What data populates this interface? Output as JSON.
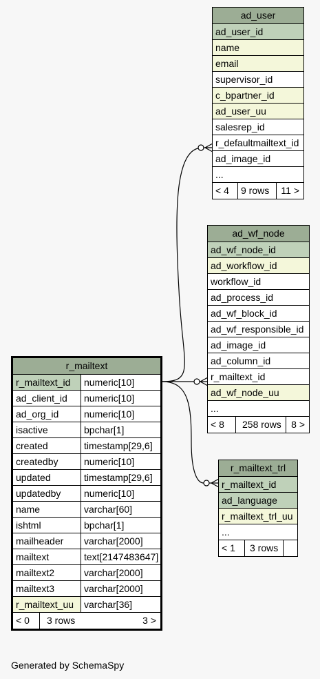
{
  "tables": {
    "ad_user": {
      "name": "ad_user",
      "columns": [
        {
          "name": "ad_user_id",
          "kind": "pk"
        },
        {
          "name": "name",
          "kind": "fk"
        },
        {
          "name": "email",
          "kind": "fk"
        },
        {
          "name": "supervisor_id",
          "kind": "plain"
        },
        {
          "name": "c_bpartner_id",
          "kind": "fk"
        },
        {
          "name": "ad_user_uu",
          "kind": "fk"
        },
        {
          "name": "salesrep_id",
          "kind": "plain"
        },
        {
          "name": "r_defaultmailtext_id",
          "kind": "plain"
        },
        {
          "name": "ad_image_id",
          "kind": "plain"
        },
        {
          "name": "...",
          "kind": "plain"
        }
      ],
      "footer": {
        "parents": "< 4",
        "rows": "9 rows",
        "children": "11 >"
      }
    },
    "ad_wf_node": {
      "name": "ad_wf_node",
      "columns": [
        {
          "name": "ad_wf_node_id",
          "kind": "pk"
        },
        {
          "name": "ad_workflow_id",
          "kind": "fk"
        },
        {
          "name": "workflow_id",
          "kind": "plain"
        },
        {
          "name": "ad_process_id",
          "kind": "plain"
        },
        {
          "name": "ad_wf_block_id",
          "kind": "plain"
        },
        {
          "name": "ad_wf_responsible_id",
          "kind": "plain"
        },
        {
          "name": "ad_image_id",
          "kind": "plain"
        },
        {
          "name": "ad_column_id",
          "kind": "plain"
        },
        {
          "name": "r_mailtext_id",
          "kind": "plain"
        },
        {
          "name": "ad_wf_node_uu",
          "kind": "fk"
        },
        {
          "name": "...",
          "kind": "plain"
        }
      ],
      "footer": {
        "parents": "< 8",
        "rows": "258 rows",
        "children": "8 >"
      }
    },
    "r_mailtext_trl": {
      "name": "r_mailtext_trl",
      "columns": [
        {
          "name": "r_mailtext_id",
          "kind": "pk"
        },
        {
          "name": "ad_language",
          "kind": "pk"
        },
        {
          "name": "r_mailtext_trl_uu",
          "kind": "fk"
        },
        {
          "name": "...",
          "kind": "plain"
        }
      ],
      "footer": {
        "parents": "< 1",
        "rows": "3 rows",
        "children": ""
      }
    },
    "r_mailtext": {
      "name": "r_mailtext",
      "columns": [
        {
          "name": "r_mailtext_id",
          "type": "numeric[10]",
          "kind": "pk"
        },
        {
          "name": "ad_client_id",
          "type": "numeric[10]",
          "kind": "plain"
        },
        {
          "name": "ad_org_id",
          "type": "numeric[10]",
          "kind": "plain"
        },
        {
          "name": "isactive",
          "type": "bpchar[1]",
          "kind": "plain"
        },
        {
          "name": "created",
          "type": "timestamp[29,6]",
          "kind": "plain"
        },
        {
          "name": "createdby",
          "type": "numeric[10]",
          "kind": "plain"
        },
        {
          "name": "updated",
          "type": "timestamp[29,6]",
          "kind": "plain"
        },
        {
          "name": "updatedby",
          "type": "numeric[10]",
          "kind": "plain"
        },
        {
          "name": "name",
          "type": "varchar[60]",
          "kind": "plain"
        },
        {
          "name": "ishtml",
          "type": "bpchar[1]",
          "kind": "plain"
        },
        {
          "name": "mailheader",
          "type": "varchar[2000]",
          "kind": "plain"
        },
        {
          "name": "mailtext",
          "type": "text[2147483647]",
          "kind": "plain"
        },
        {
          "name": "mailtext2",
          "type": "varchar[2000]",
          "kind": "plain"
        },
        {
          "name": "mailtext3",
          "type": "varchar[2000]",
          "kind": "plain"
        },
        {
          "name": "r_mailtext_uu",
          "type": "varchar[36]",
          "kind": "fk"
        }
      ],
      "footer": {
        "parents": "< 0",
        "rows": "3 rows",
        "children": "3 >"
      }
    }
  },
  "footer_text": "Generated by SchemaSpy"
}
